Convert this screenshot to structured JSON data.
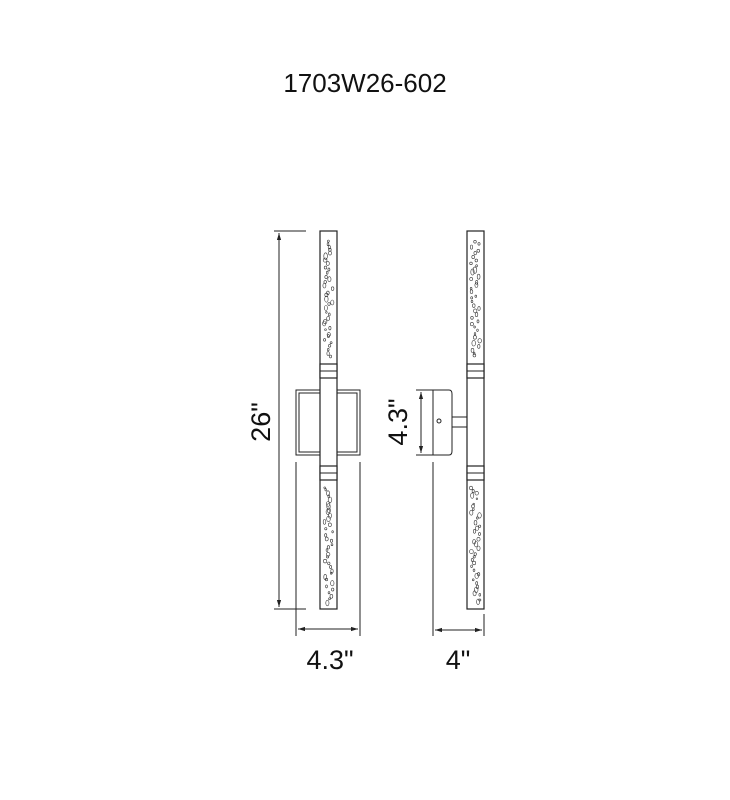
{
  "title": "1703W26-602",
  "dimensions": {
    "height": "26\"",
    "backplate_height": "4.3\"",
    "width": "4.3\"",
    "depth": "4\""
  }
}
